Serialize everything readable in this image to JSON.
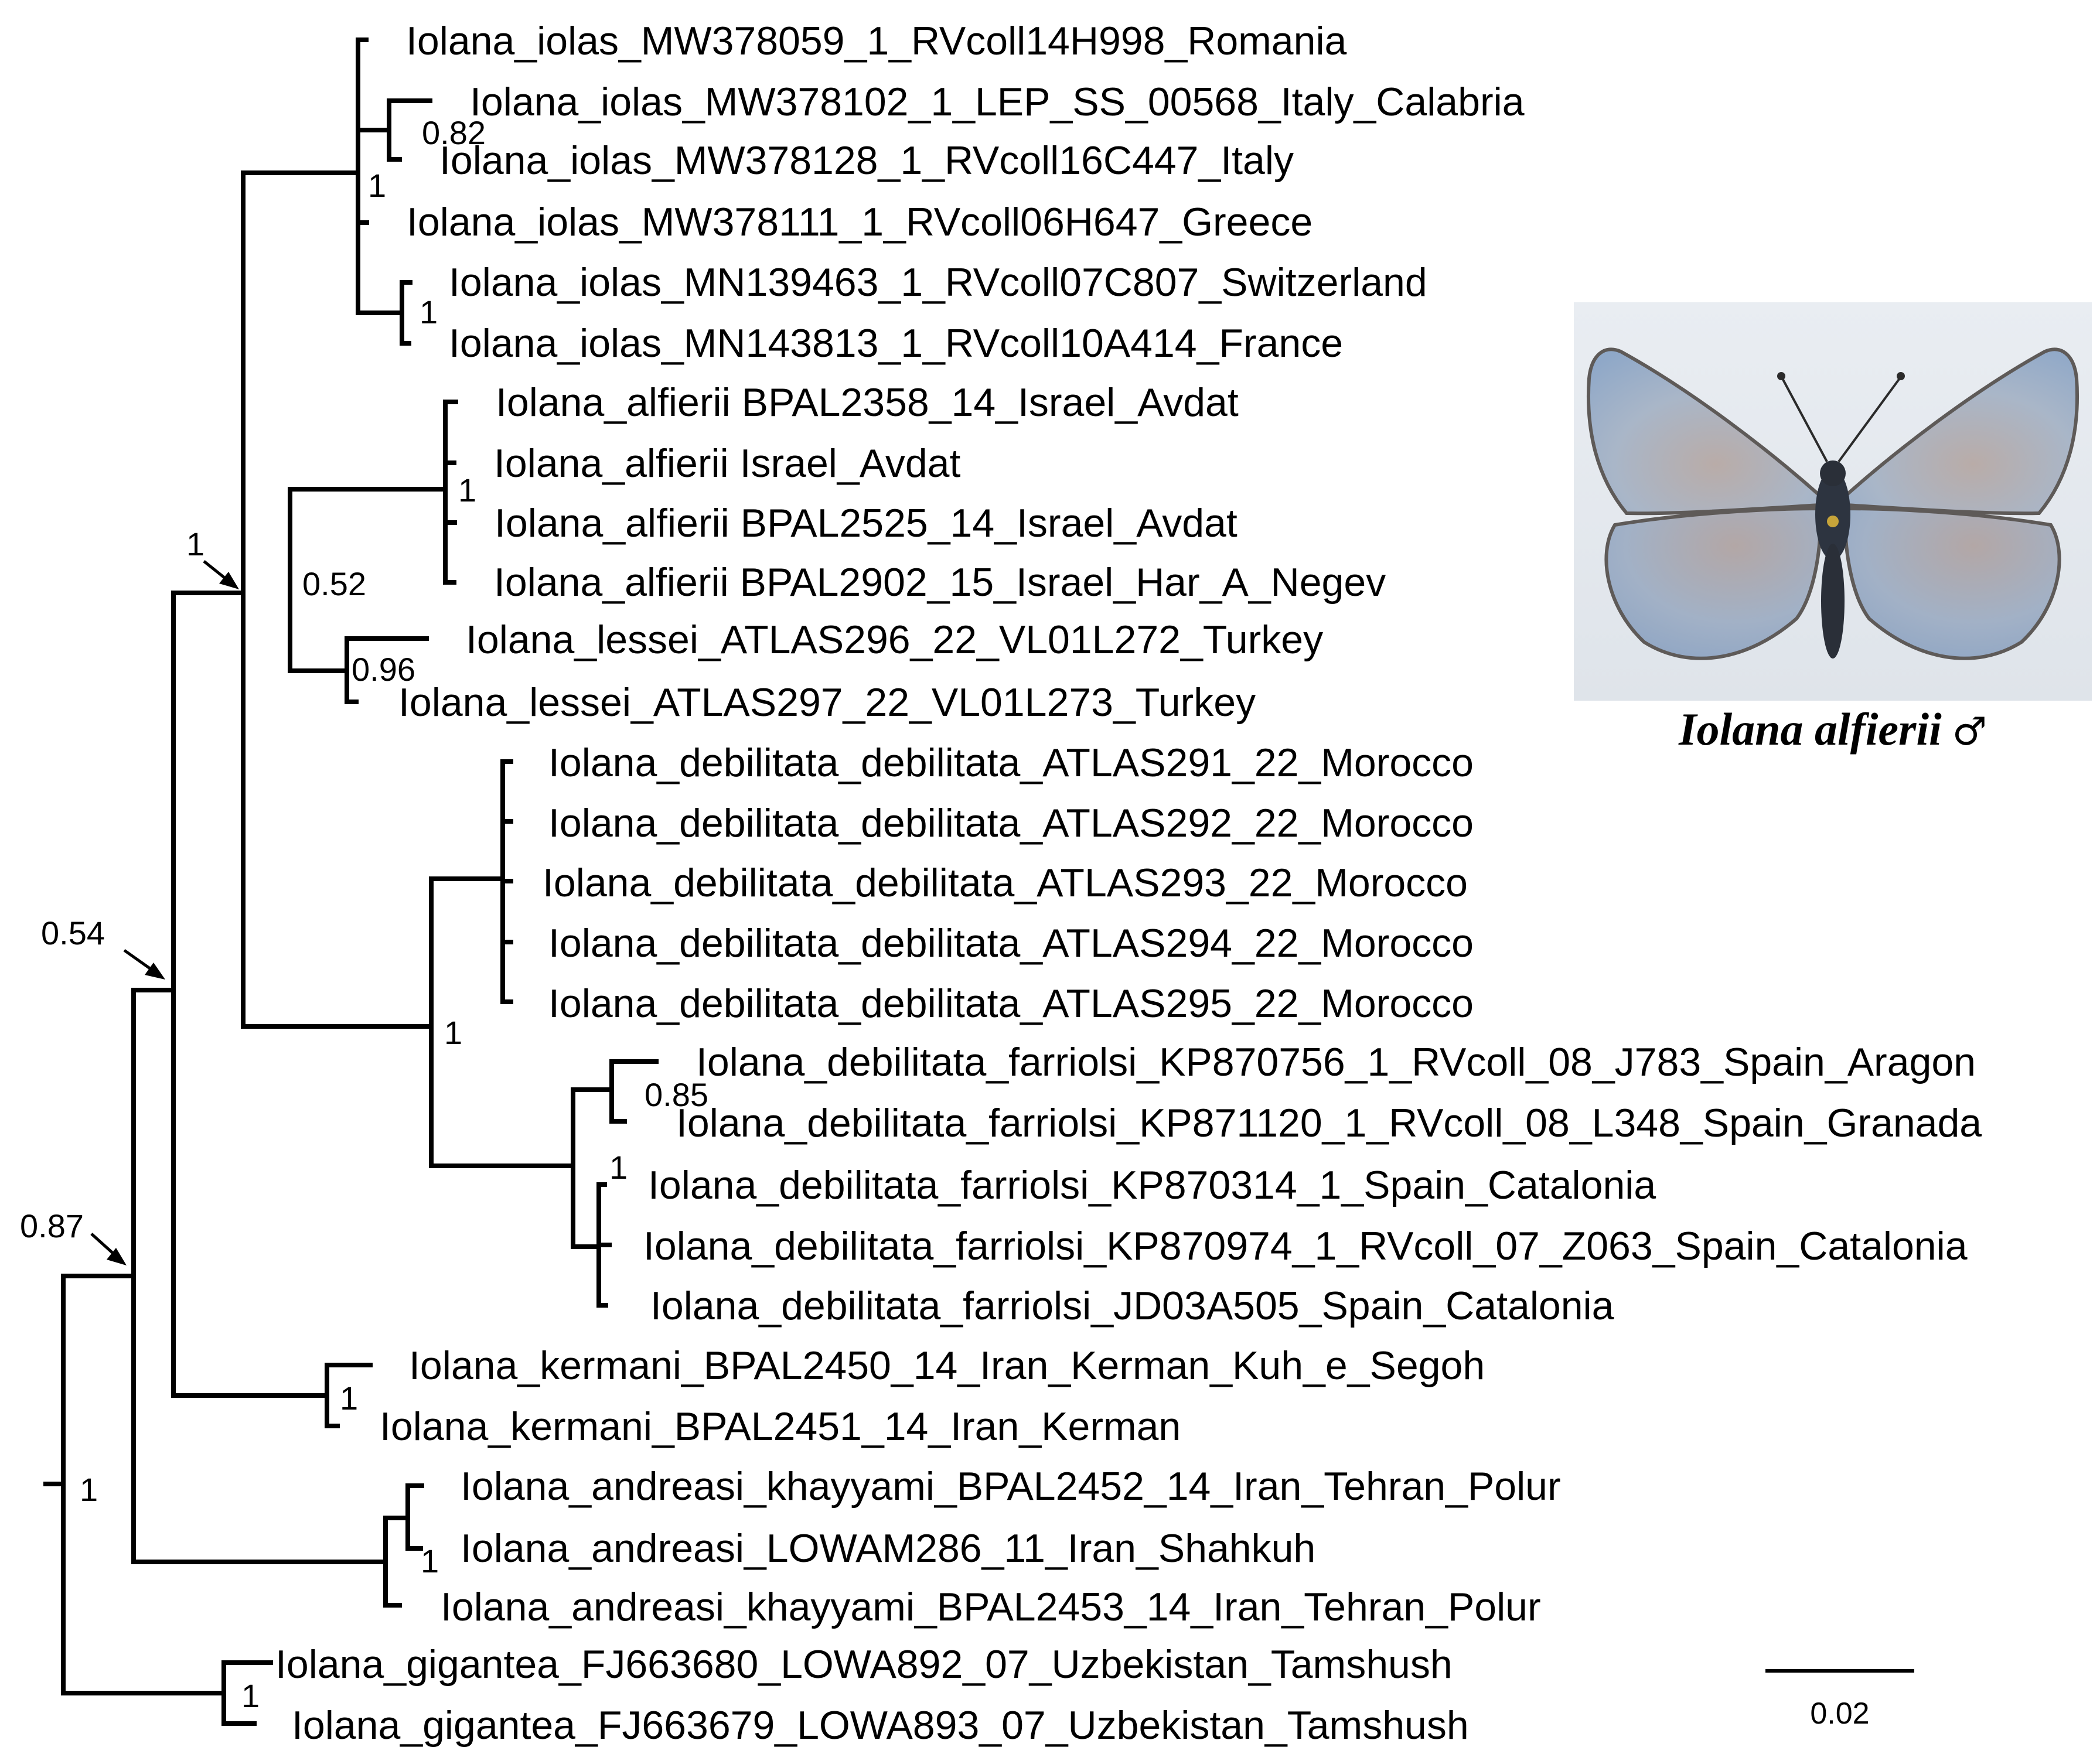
{
  "figure": {
    "tips": [
      "Iolana_iolas_MW378059_1_RVcoll14H998_Romania",
      "Iolana_iolas_MW378102_1_LEP_SS_00568_Italy_Calabria",
      "Iolana_iolas_MW378128_1_RVcoll16C447_Italy",
      "Iolana_iolas_MW378111_1_RVcoll06H647_Greece",
      "Iolana_iolas_MN139463_1_RVcoll07C807_Switzerland",
      "Iolana_iolas_MN143813_1_RVcoll10A414_France",
      "Iolana_alfierii BPAL2358_14_Israel_Avdat",
      "Iolana_alfierii Israel_Avdat",
      "Iolana_alfierii BPAL2525_14_Israel_Avdat",
      "Iolana_alfierii BPAL2902_15_Israel_Har_A_Negev",
      "Iolana_lessei_ATLAS296_22_VL01L272_Turkey",
      "Iolana_lessei_ATLAS297_22_VL01L273_Turkey",
      "Iolana_debilitata_debilitata_ATLAS291_22_Morocco",
      "Iolana_debilitata_debilitata_ATLAS292_22_Morocco",
      "Iolana_debilitata_debilitata_ATLAS293_22_Morocco",
      "Iolana_debilitata_debilitata_ATLAS294_22_Morocco",
      "Iolana_debilitata_debilitata_ATLAS295_22_Morocco",
      "Iolana_debilitata_farriolsi_KP870756_1_RVcoll_08_J783_Spain_Aragon",
      "Iolana_debilitata_farriolsi_KP871120_1_RVcoll_08_L348_Spain_Granada",
      "Iolana_debilitata_farriolsi_KP870314_1_Spain_Catalonia",
      "Iolana_debilitata_farriolsi_KP870974_1_RVcoll_07_Z063_Spain_Catalonia",
      "Iolana_debilitata_farriolsi_JD03A505_Spain_Catalonia",
      "Iolana_kermani_BPAL2450_14_Iran_Kerman_Kuh_e_Segoh",
      "Iolana_kermani_BPAL2451_14_Iran_Kerman",
      "Iolana_andreasi_khayyami_BPAL2452_14_Iran_Tehran_Polur",
      "Iolana_andreasi_LOWAM286_11_Iran_Shahkuh",
      "Iolana_andreasi_khayyami_BPAL2453_14_Iran_Tehran_Polur",
      "Iolana_gigantea_FJ663680_LOWA892_07_Uzbekistan_Tamshush",
      "Iolana_gigantea_FJ663679_LOWA893_07_Uzbekistan_Tamshush"
    ],
    "support_values": {
      "root": "1",
      "n087": "0.87",
      "n054": "0.54",
      "n1_arrow": "1",
      "n052": "0.52",
      "iolas": "1",
      "italy": "0.82",
      "switz_france": "1",
      "alfierii": "1",
      "lessei": "0.96",
      "debilitata": "1",
      "farriolsi": "1",
      "aragon_granada": "0.85",
      "kermani": "1",
      "andreasi": "1",
      "gigantea": "1"
    },
    "scale_bar": {
      "label": "0.02",
      "value": 0.02
    },
    "photo": {
      "species": "Iolana alfierii",
      "sex_symbol": "♂"
    },
    "colors": {
      "ink": "#000000",
      "wing_blue": "#9fb4cf",
      "background": "#ffffff"
    }
  }
}
